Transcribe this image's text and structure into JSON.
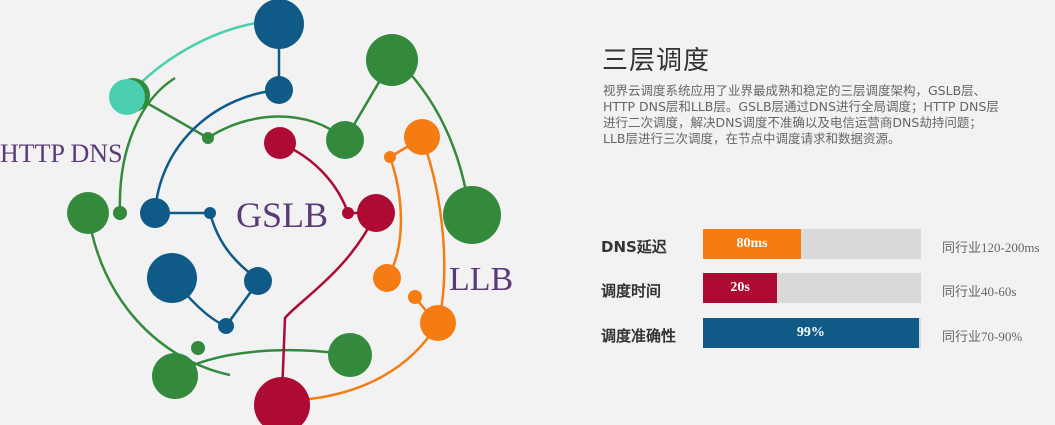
{
  "diagram": {
    "labels": {
      "http_dns": "HTTP DNS",
      "gslb": "GSLB",
      "llb": "LLB"
    },
    "colors": {
      "green": "#348a3c",
      "blue": "#0f5a86",
      "red": "#ad0b34",
      "orange": "#f47c12",
      "teal": "#4ccfb0",
      "label": "#5b3a78"
    }
  },
  "info": {
    "title": "三层调度",
    "desc": "视界云调度系统应用了业界最成熟和稳定的三层调度架构，GSLB层、HTTP DNS层和LLB层。GSLB层通过DNS进行全局调度；HTTP DNS层进行二次调度，解决DNS调度不准确以及电信运营商DNS劫持问题；LLB层进行三次调度，在节点中调度请求和数据资源。"
  },
  "metrics": [
    {
      "label": "DNS延迟",
      "value": "80ms",
      "fill": 0.45,
      "color": "#f47c12",
      "compare": "同行业120-200ms"
    },
    {
      "label": "调度时间",
      "value": "20s",
      "fill": 0.34,
      "color": "#ad0b34",
      "compare": "同行业40-60s"
    },
    {
      "label": "调度准确性",
      "value": "99%",
      "fill": 0.99,
      "color": "#0f5a86",
      "compare": "同行业70-90%"
    }
  ]
}
